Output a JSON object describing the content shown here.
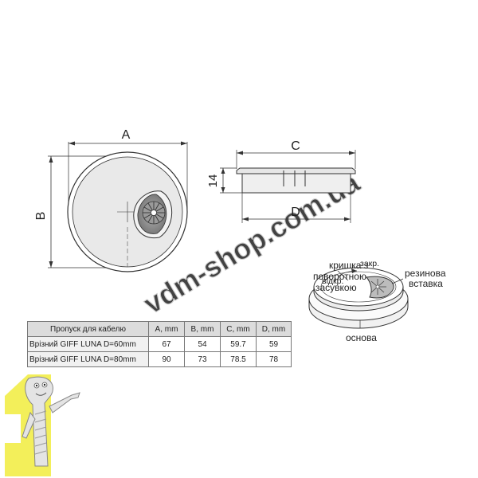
{
  "dimension_labels": {
    "A": "A",
    "B": "B",
    "C": "C",
    "D": "D",
    "height": "14"
  },
  "callouts": {
    "lid_line1": "кришка з",
    "lid_line2": "поворотною",
    "lid_line3": "засувкою",
    "closed": "закр.",
    "open": "відкр.",
    "rubber_line1": "резинова",
    "rubber_line2": "вставка",
    "base": "основа"
  },
  "watermark": "vdm-shop.com.ua",
  "table": {
    "headers": [
      "Пропуск для кабелю",
      "A, mm",
      "B, mm",
      "C, mm",
      "D, mm"
    ],
    "rows": [
      {
        "name": "Врізний GIFF LUNA D=60mm",
        "A": "67",
        "B": "54",
        "C": "59.7",
        "D": "59"
      },
      {
        "name": "Врізний GIFF LUNA D=80mm",
        "A": "90",
        "B": "73",
        "C": "78.5",
        "D": "78"
      }
    ]
  },
  "colors": {
    "line": "#333333",
    "part_fill": "#e8e8e8",
    "logo_yellow": "#f3ef5a"
  }
}
